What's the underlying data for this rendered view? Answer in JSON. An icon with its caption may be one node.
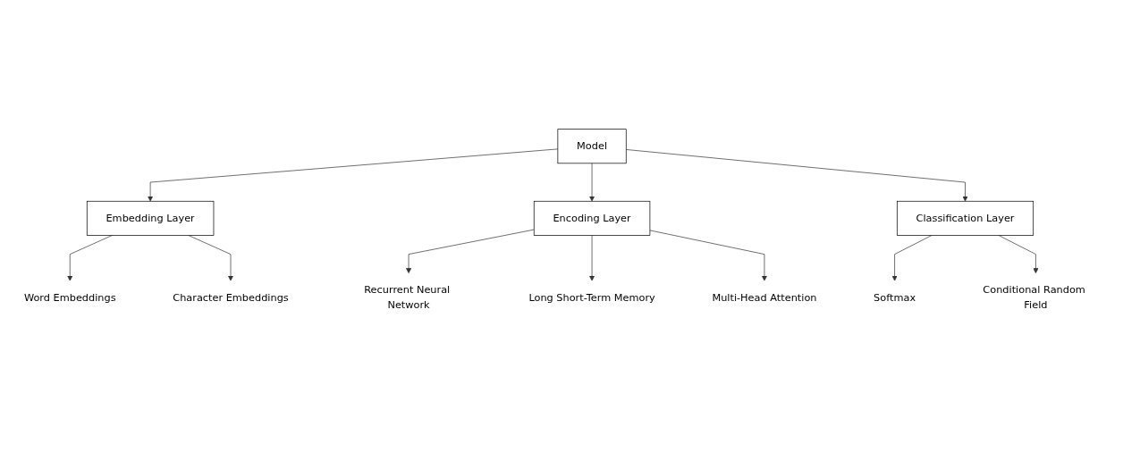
{
  "diagram": {
    "nodes": [
      {
        "text": [
          "Model"
        ]
      },
      {
        "text": [
          "Embedding Layer"
        ]
      },
      {
        "text": [
          "Encoding Layer"
        ]
      },
      {
        "text": [
          "Classification Layer"
        ]
      },
      {
        "text": [
          "Word Embeddings"
        ]
      },
      {
        "text": [
          "Character Embeddings"
        ]
      },
      {
        "text": [
          "Recurrent Neural Network"
        ]
      },
      {
        "text": [
          "Long Short-Term Memory"
        ]
      },
      {
        "text": [
          "Multi-Head Attention"
        ]
      },
      {
        "text": [
          "Softmax"
        ]
      },
      {
        "text": [
          "Conditional Random Field"
        ]
      }
    ],
    "edges": [
      {
        "from": 0,
        "to": 1,
        "arrow": "to"
      },
      {
        "from": 0,
        "to": 2,
        "arrow": "to"
      },
      {
        "from": 0,
        "to": 3,
        "arrow": "to"
      },
      {
        "from": 1,
        "to": 4,
        "arrow": "to"
      },
      {
        "from": 1,
        "to": 5,
        "arrow": "to"
      },
      {
        "from": 2,
        "to": 6,
        "arrow": "to"
      },
      {
        "from": 2,
        "to": 7,
        "arrow": "to"
      },
      {
        "from": 2,
        "to": 8,
        "arrow": "to"
      },
      {
        "from": 3,
        "to": 9,
        "arrow": "to"
      },
      {
        "from": 3,
        "to": 10,
        "arrow": "to"
      }
    ]
  }
}
